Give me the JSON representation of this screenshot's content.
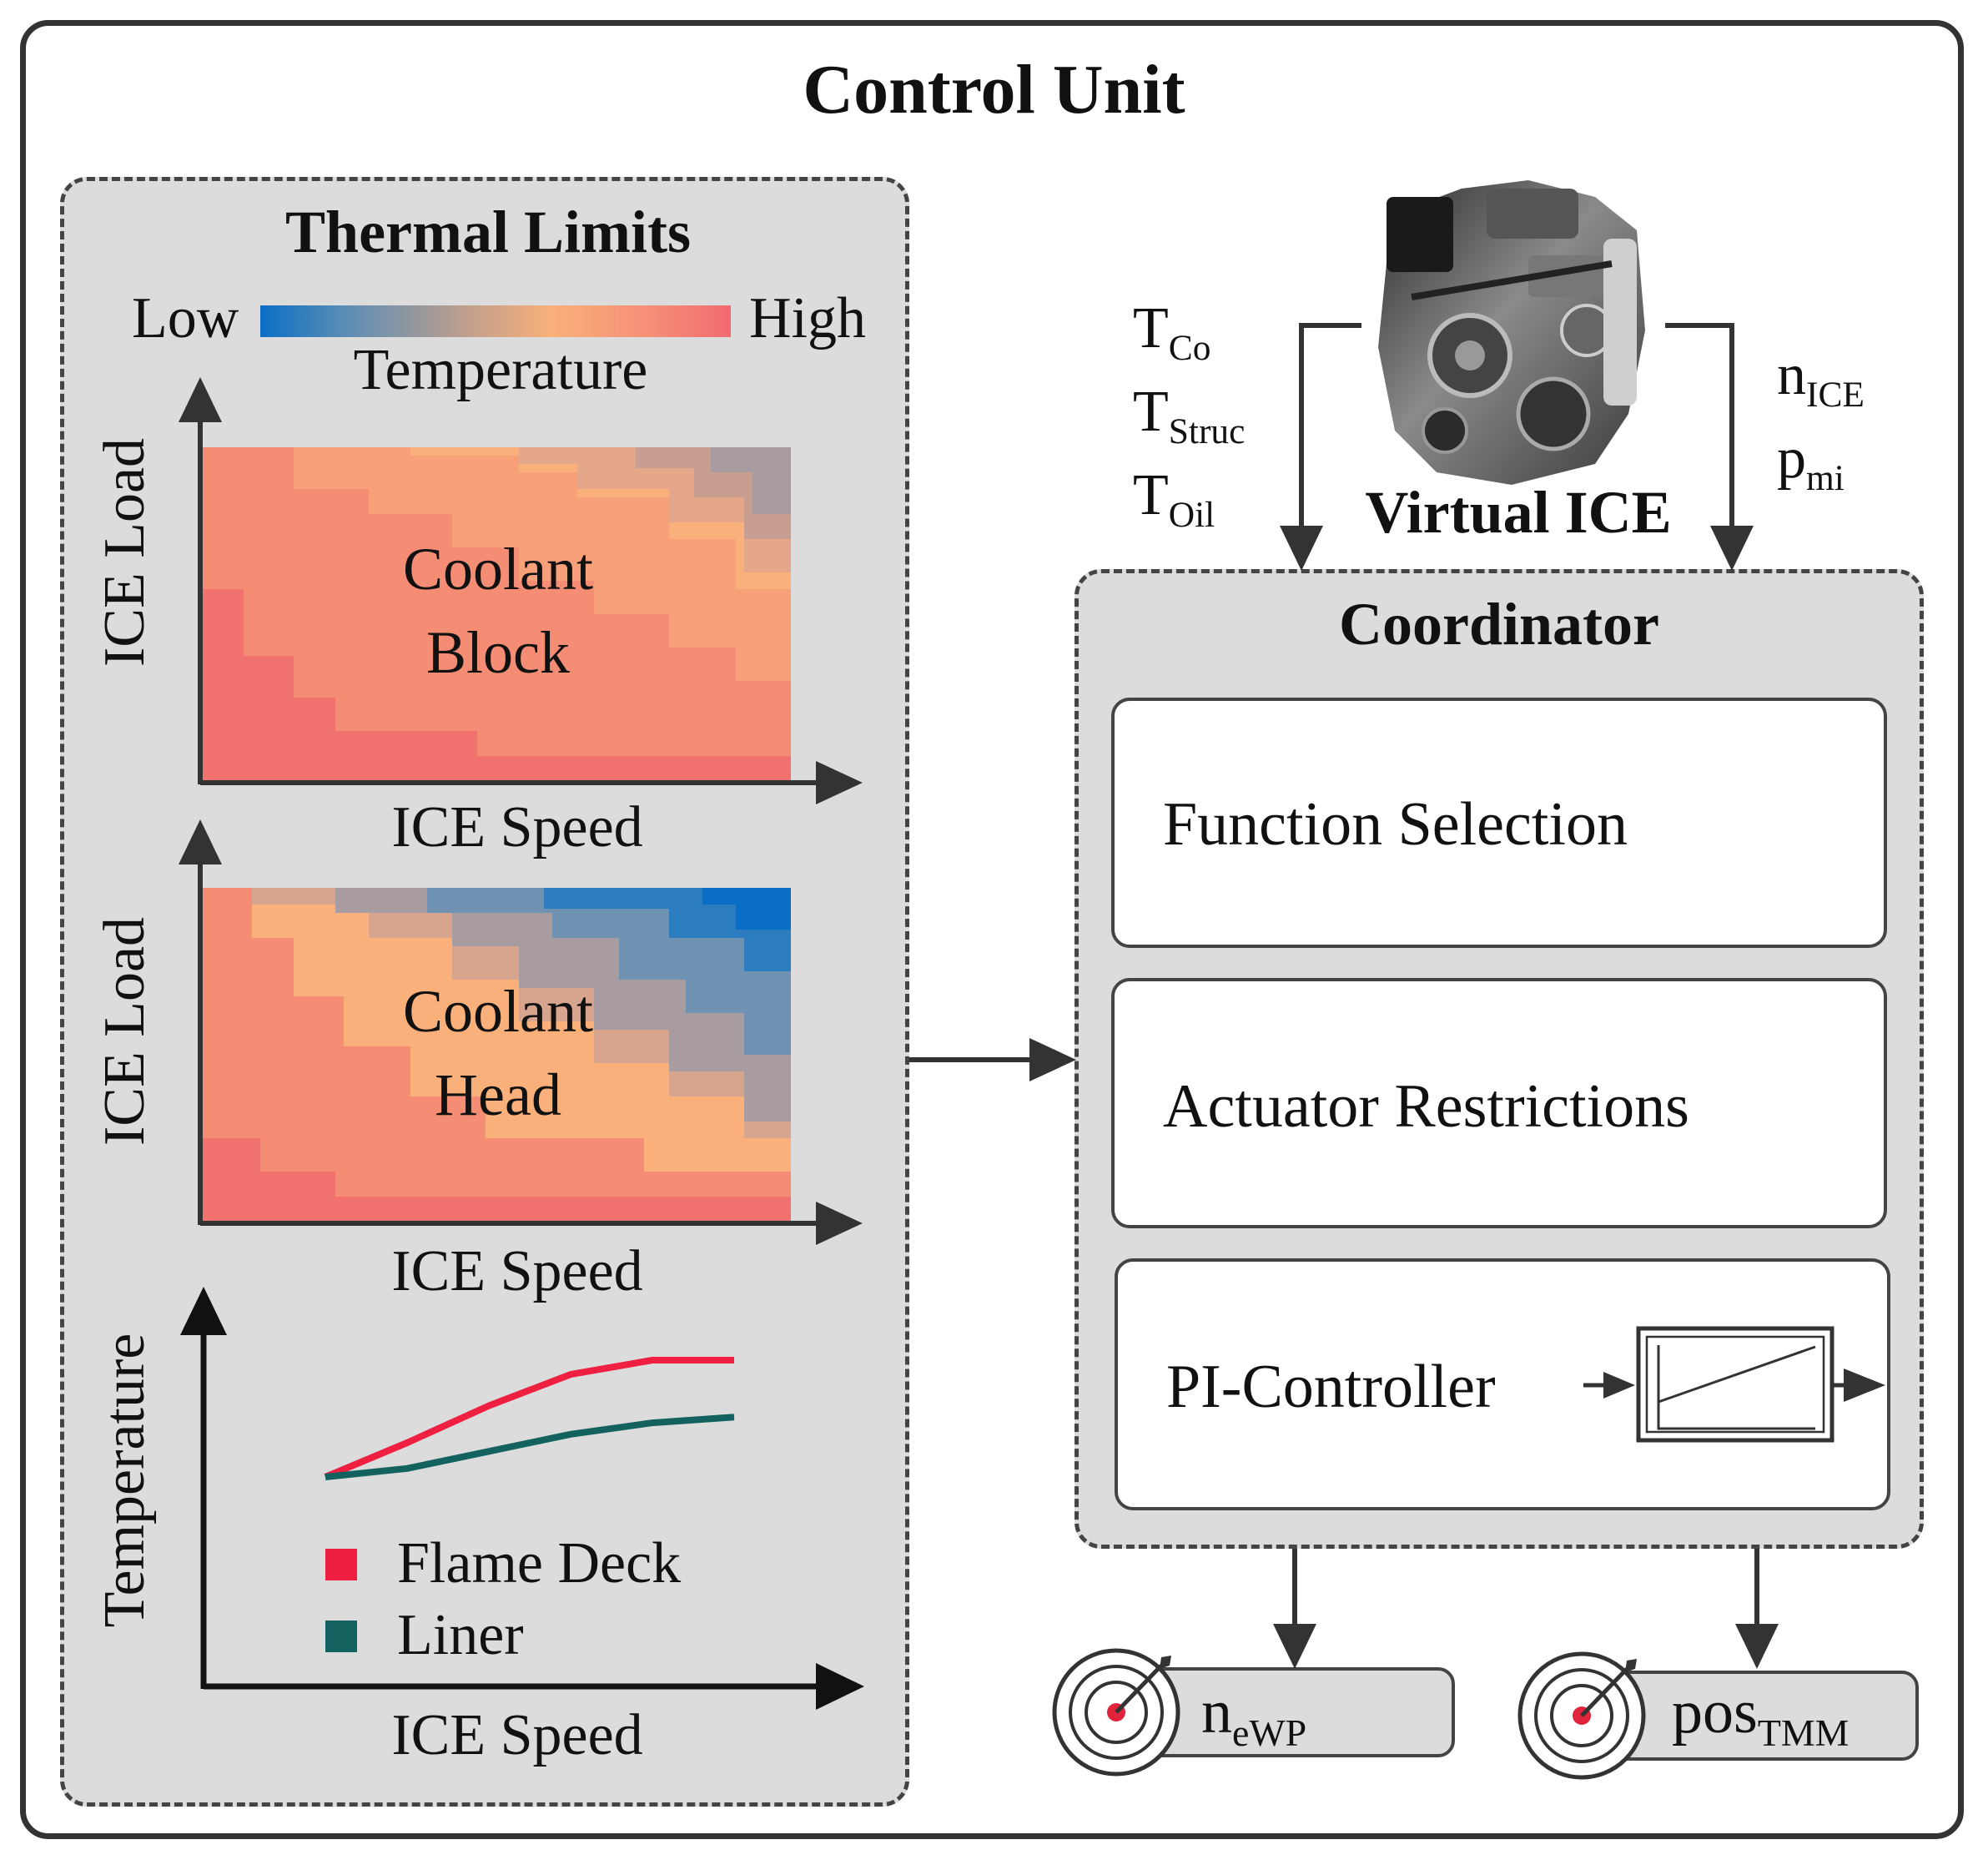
{
  "title": "Control Unit",
  "thermal_limits": {
    "heading": "Thermal Limits",
    "legend_low": "Low",
    "legend_high": "High",
    "legend_caption": "Temperature",
    "map1": {
      "ylabel": "ICE Load",
      "xlabel": "ICE Speed",
      "label_line1": "Coolant",
      "label_line2": "Block"
    },
    "map2": {
      "ylabel": "ICE Load",
      "xlabel": "ICE Speed",
      "label_line1": "Coolant",
      "label_line2": "Head"
    },
    "plot": {
      "ylabel": "Temperature",
      "xlabel": "ICE Speed",
      "legend": [
        "Flame Deck",
        "Liner"
      ]
    }
  },
  "engine": {
    "label": "Virtual ICE",
    "inputs_left": [
      {
        "main": "T",
        "sub": "Co"
      },
      {
        "main": "T",
        "sub": "Struc"
      },
      {
        "main": "T",
        "sub": "Oil"
      }
    ],
    "inputs_right": [
      {
        "main": "n",
        "sub": "ICE"
      },
      {
        "main": "p",
        "sub": "mi"
      }
    ]
  },
  "coordinator": {
    "heading": "Coordinator",
    "blocks": [
      "Function Selection",
      "Actuator Restrictions",
      "PI-Controller"
    ]
  },
  "outputs": [
    {
      "main": "n",
      "sub": "eWP"
    },
    {
      "main": "pos",
      "sub": "TMM"
    }
  ],
  "colors": {
    "cold": "#0a6fc4",
    "mid": "#f9b07a",
    "hot": "#f26b6f",
    "flame_deck": "#ee1f40",
    "liner": "#13625f"
  },
  "chart_data": {
    "type": "line",
    "xlabel": "ICE Speed",
    "ylabel": "Temperature",
    "series": [
      {
        "name": "Flame Deck",
        "x": [
          0,
          1,
          2,
          3,
          4,
          5
        ],
        "y": [
          0,
          1.2,
          2.5,
          3.6,
          4.1,
          4.1
        ]
      },
      {
        "name": "Liner",
        "x": [
          0,
          1,
          2,
          3,
          4,
          5
        ],
        "y": [
          0,
          0.3,
          0.9,
          1.5,
          1.9,
          2.1
        ]
      }
    ]
  }
}
